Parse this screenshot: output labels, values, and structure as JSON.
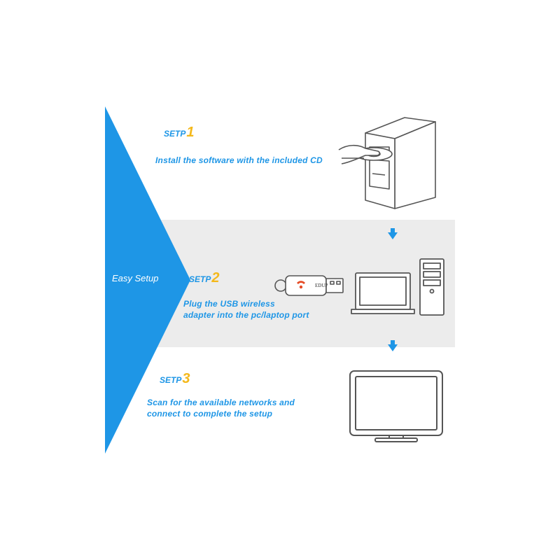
{
  "banner": {
    "label": "Easy Setup",
    "color": "#1e96e6"
  },
  "steps": [
    {
      "word": "SETP",
      "number": "1",
      "lines": [
        "Install the software with the included CD"
      ],
      "icon": "desktop-tower-cd-icon"
    },
    {
      "word": "SETP",
      "number": "2",
      "lines": [
        "Plug the USB wireless",
        "adapter into the pc/laptop port"
      ],
      "icon": "usb-adapter-laptop-pc-icon"
    },
    {
      "word": "SETP",
      "number": "3",
      "lines": [
        "Scan for the available networks and",
        "connect to complete the setup"
      ],
      "icon": "monitor-icon"
    }
  ],
  "adapter_brand": "EDUP",
  "colors": {
    "accent": "#1e96e6",
    "number": "#f4b81a",
    "band": "#ececec",
    "outline": "#555555"
  }
}
